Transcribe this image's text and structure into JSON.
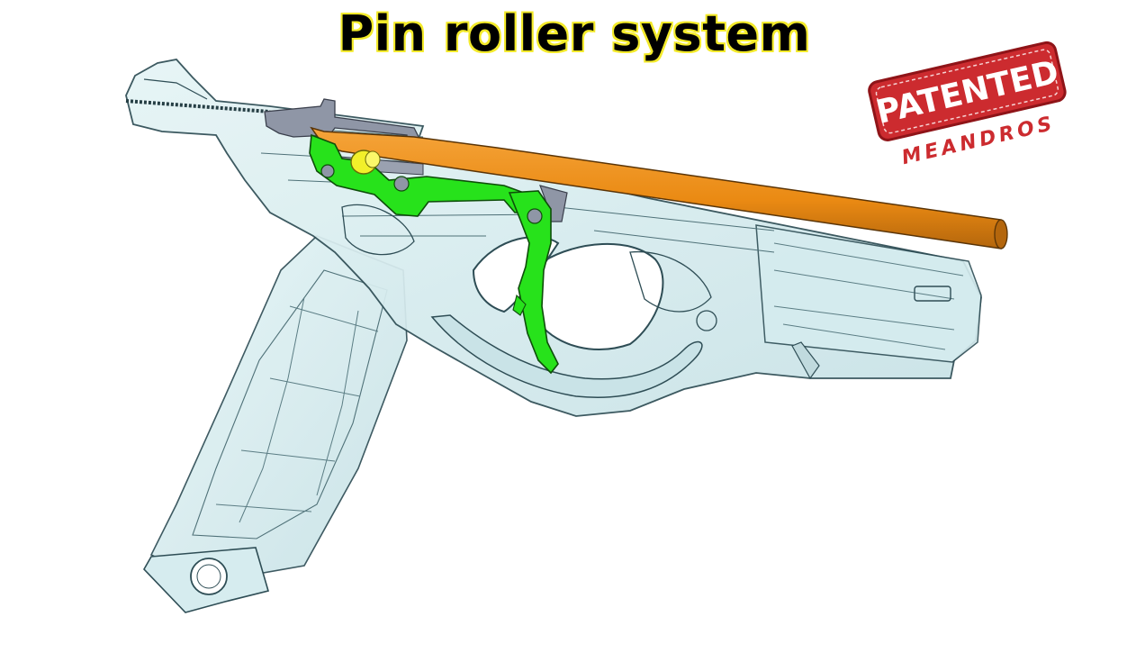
{
  "title": "Pin roller system",
  "stamp": {
    "text": "PATENTED",
    "brand": "MEANDROS"
  },
  "colors": {
    "title_fill": "#000000",
    "title_outline": "#f3ea2a",
    "frame_fill": "#d7eef0",
    "frame_stroke": "#2e4d55",
    "slide_bar": "#ea8a13",
    "trigger_parts": "#27e21b",
    "roller_pin": "#f2f02a",
    "metal_parts": "#8f96a6",
    "stamp_red": "#cc2b2f"
  },
  "parts": {
    "slide_bar": "orange-slide-bar",
    "trigger_linkage": "green-trigger-linkage",
    "roller_pin": "yellow-roller-pin",
    "frame": "translucent-frame"
  }
}
